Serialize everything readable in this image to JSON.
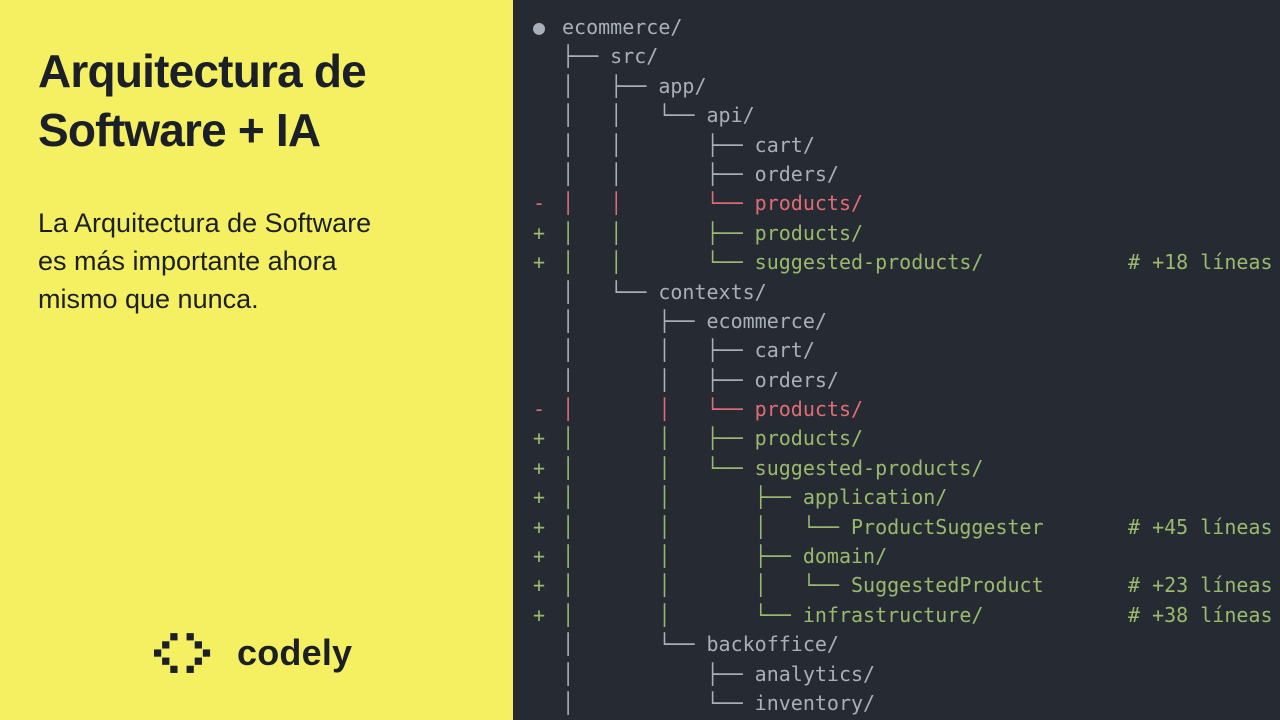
{
  "colors": {
    "brand_yellow": "#F5EF62",
    "code_bg": "#262B33",
    "ink": "#1A1F28",
    "gray": "#A9AFB9",
    "red": "#E06C75",
    "green": "#9BB96D"
  },
  "left_panel": {
    "title_lines": [
      "Arquitectura de",
      "Software + IA"
    ],
    "subtitle_lines": [
      "La Arquitectura de Software",
      "es más importante ahora",
      "mismo que nunca."
    ],
    "logo_text": "codely"
  },
  "code_panel": {
    "lines": [
      {
        "marker": "●",
        "text": "ecommerce/",
        "comment": "",
        "color": "gray"
      },
      {
        "marker": "",
        "text": "├── src/",
        "comment": "",
        "color": "gray"
      },
      {
        "marker": "",
        "text": "│   ├── app/",
        "comment": "",
        "color": "gray"
      },
      {
        "marker": "",
        "text": "│   │   └── api/",
        "comment": "",
        "color": "gray"
      },
      {
        "marker": "",
        "text": "│   │       ├── cart/",
        "comment": "",
        "color": "gray"
      },
      {
        "marker": "",
        "text": "│   │       ├── orders/",
        "comment": "",
        "color": "gray"
      },
      {
        "marker": "-",
        "text": "│   │       └── products/",
        "comment": "",
        "color": "red"
      },
      {
        "marker": "+",
        "text": "│   │       ├── products/",
        "comment": "",
        "color": "green"
      },
      {
        "marker": "+",
        "text": "│   │       └── suggested-products/",
        "comment": "# +18 líneas",
        "color": "green"
      },
      {
        "marker": "",
        "text": "│   └── contexts/",
        "comment": "",
        "color": "gray"
      },
      {
        "marker": "",
        "text": "│       ├── ecommerce/",
        "comment": "",
        "color": "gray"
      },
      {
        "marker": "",
        "text": "│       │   ├── cart/",
        "comment": "",
        "color": "gray"
      },
      {
        "marker": "",
        "text": "│       │   ├── orders/",
        "comment": "",
        "color": "gray"
      },
      {
        "marker": "-",
        "text": "│       │   └── products/",
        "comment": "",
        "color": "red"
      },
      {
        "marker": "+",
        "text": "│       │   ├── products/",
        "comment": "",
        "color": "green"
      },
      {
        "marker": "+",
        "text": "│       │   └── suggested-products/",
        "comment": "",
        "color": "green"
      },
      {
        "marker": "+",
        "text": "│       │       ├── application/",
        "comment": "",
        "color": "green"
      },
      {
        "marker": "+",
        "text": "│       │       │   └── ProductSuggester",
        "comment": "# +45 líneas",
        "color": "green"
      },
      {
        "marker": "+",
        "text": "│       │       ├── domain/",
        "comment": "",
        "color": "green"
      },
      {
        "marker": "+",
        "text": "│       │       │   └── SuggestedProduct",
        "comment": "# +23 líneas",
        "color": "green"
      },
      {
        "marker": "+",
        "text": "│       │       └── infrastructure/",
        "comment": "# +38 líneas",
        "color": "green"
      },
      {
        "marker": "",
        "text": "│       └── backoffice/",
        "comment": "",
        "color": "gray"
      },
      {
        "marker": "",
        "text": "│           ├── analytics/",
        "comment": "",
        "color": "gray"
      },
      {
        "marker": "",
        "text": "│           └── inventory/",
        "comment": "",
        "color": "gray"
      }
    ]
  }
}
